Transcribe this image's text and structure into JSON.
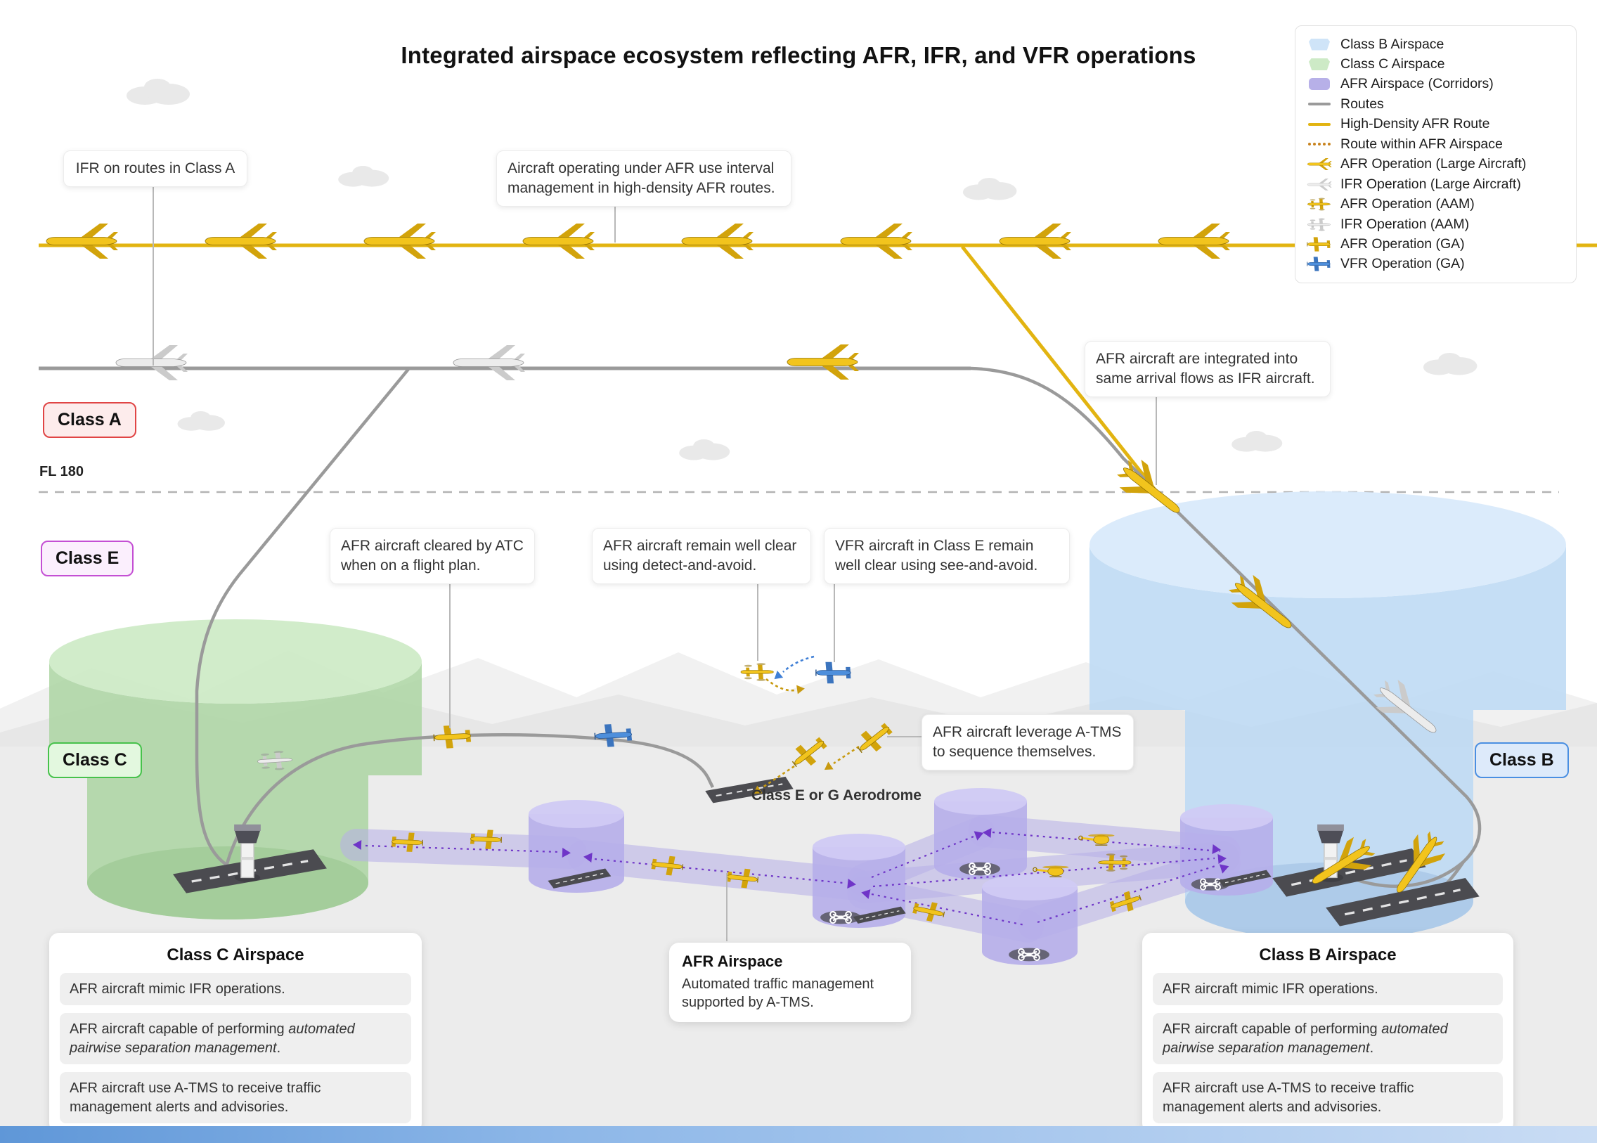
{
  "title": "Integrated airspace ecosystem reflecting AFR, IFR, and VFR operations",
  "legend": {
    "items": [
      {
        "swatch": "class-b",
        "label": "Class B Airspace"
      },
      {
        "swatch": "class-c",
        "label": "Class C Airspace"
      },
      {
        "swatch": "afr-corridor",
        "label": "AFR Airspace (Corridors)"
      },
      {
        "swatch": "route",
        "label": "Routes"
      },
      {
        "swatch": "route-hd",
        "label": "High-Density AFR Route"
      },
      {
        "swatch": "route-within",
        "label": "Route within AFR Airspace"
      },
      {
        "swatch": "plane-large-afr",
        "label": "AFR Operation (Large Aircraft)"
      },
      {
        "swatch": "plane-large-ifr",
        "label": "IFR Operation (Large Aircraft)"
      },
      {
        "swatch": "plane-aam-afr",
        "label": "AFR Operation (AAM)"
      },
      {
        "swatch": "plane-aam-ifr",
        "label": "IFR Operation (AAM)"
      },
      {
        "swatch": "plane-ga-afr",
        "label": "AFR Operation (GA)"
      },
      {
        "swatch": "plane-ga-vfr",
        "label": "VFR Operation (GA)"
      }
    ]
  },
  "labels": {
    "class_a": "Class A",
    "class_e": "Class E",
    "class_c": "Class C",
    "class_b": "Class B",
    "fl180": "FL 180",
    "aerodrome": "Class E or G Aerodrome"
  },
  "callouts": {
    "ifr_class_a": "IFR on routes in Class A",
    "interval_mgmt": "Aircraft operating under AFR use interval management in high-density AFR routes.",
    "arrival_flows": "AFR aircraft are integrated into same arrival flows as IFR aircraft.",
    "atc_cleared": "AFR aircraft cleared by ATC when on a flight plan.",
    "detect_avoid": "AFR aircraft remain well clear using detect-and-avoid.",
    "see_avoid": "VFR aircraft in Class E remain well clear using see-and-avoid.",
    "sequence": "AFR aircraft leverage A-TMS to sequence themselves."
  },
  "cards": {
    "class_c": {
      "title": "Class C Airspace",
      "bullets": [
        [
          {
            "t": "AFR aircraft mimic IFR operations."
          }
        ],
        [
          {
            "t": "AFR aircraft capable of performing "
          },
          {
            "t": "automated pairwise separation management",
            "i": true
          },
          {
            "t": "."
          }
        ],
        [
          {
            "t": "AFR aircraft use A-TMS to receive traffic management alerts and advisories."
          }
        ]
      ]
    },
    "afr": {
      "title": "AFR Airspace",
      "text": "Automated traffic management supported by A-TMS."
    },
    "class_b": {
      "title": "Class B Airspace",
      "bullets": [
        [
          {
            "t": "AFR aircraft mimic IFR operations."
          }
        ],
        [
          {
            "t": "AFR aircraft capable of performing "
          },
          {
            "t": "automated pairwise separation management",
            "i": true
          },
          {
            "t": "."
          }
        ],
        [
          {
            "t": "AFR aircraft use A-TMS to receive traffic management alerts and advisories."
          }
        ]
      ]
    }
  },
  "colors": {
    "high_density_route": "#E2B411",
    "route": "#9A9A9A",
    "afr_route_dashed": "#6F35C8",
    "class_b_fill": "#C2DCF5",
    "class_c_fill": "#B2DBAA",
    "afr_corridor_fill": "#B7B0E8",
    "class_a_accent": "#E04545",
    "class_e_accent": "#C44FD4",
    "class_c_accent": "#46C24B",
    "class_b_accent": "#4A8FE2"
  }
}
